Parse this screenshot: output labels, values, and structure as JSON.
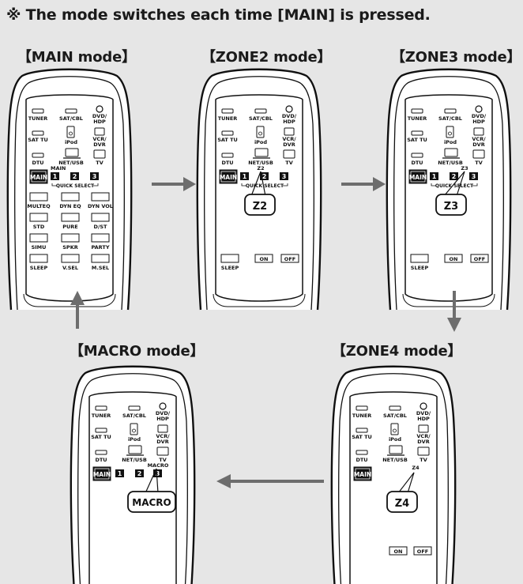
{
  "header": "※ The mode switches each time [MAIN] is pressed.",
  "modes": {
    "main": "【MAIN mode】",
    "zone2": "【ZONE2 mode】",
    "zone3": "【ZONE3 mode】",
    "zone4": "【ZONE4 mode】",
    "macro": "【MACRO mode】"
  },
  "remote": {
    "tuner": "TUNER",
    "satcbl": "SAT/CBL",
    "dvd1": "DVD/",
    "dvd2": "HDP",
    "sattu": "SAT TU",
    "ipod": "iPod",
    "vcr1": "VCR/",
    "vcr2": "DVR",
    "dtu": "DTU",
    "netusb": "NET/USB",
    "tv": "TV",
    "main_btn": "MAIN",
    "n1": "1",
    "n2": "2",
    "n3": "3",
    "quick_select": "QUICK SELECT",
    "main_small": "MAIN",
    "z2_small": "Z2",
    "z3_small": "Z3",
    "z4_small": "Z4",
    "macro_small": "MACRO",
    "multeq": "MULTEQ",
    "dyneq": "DYN EQ",
    "dynvol": "DYN VOL",
    "std": "STD",
    "pure": "PURE",
    "dst": "D/ST",
    "simu": "SIMU",
    "spkr": "SPKR",
    "party": "PARTY",
    "sleep": "SLEEP",
    "vsel": "V.SEL",
    "msel": "M.SEL",
    "on": "ON",
    "off": "OFF"
  },
  "callouts": {
    "z2": "Z2",
    "z3": "Z3",
    "z4": "Z4",
    "macro": "MACRO"
  },
  "colors": {
    "background": "#e6e6e6",
    "arrow": "#6d6d6d",
    "line": "#111111"
  }
}
